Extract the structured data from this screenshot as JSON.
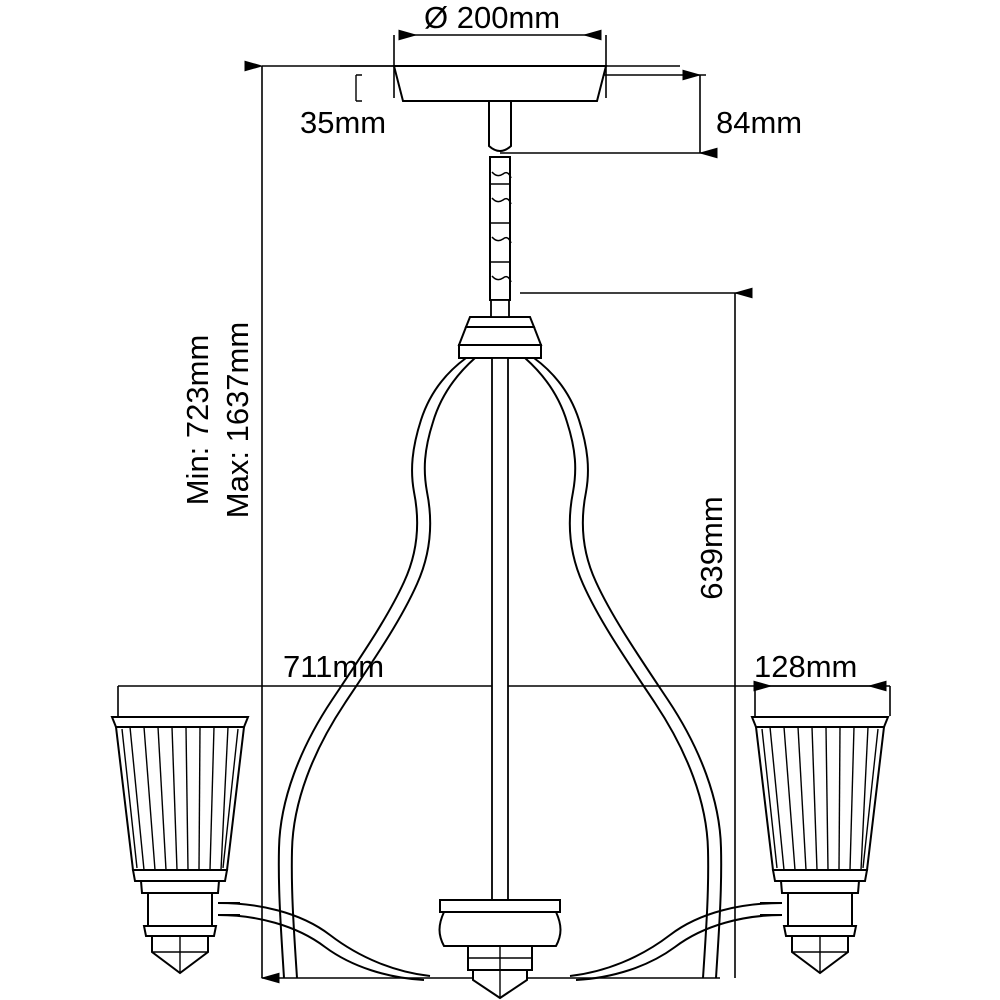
{
  "drawing": {
    "type": "technical-dimension-drawing",
    "subject": "chandelier-lighting-fixture",
    "units": "mm",
    "background_color": "#ffffff",
    "line_color": "#000000",
    "text_color": "#000000"
  },
  "dimensions": {
    "canopy_diameter": {
      "label": "Ø 200mm",
      "diameter_symbol": "Ø",
      "value": "200mm",
      "orientation": "horizontal",
      "position": "top"
    },
    "canopy_height": {
      "label": "35mm",
      "value": "35mm",
      "orientation": "horizontal",
      "position": "upper-left"
    },
    "stem_drop": {
      "label": "84mm",
      "value": "84mm",
      "orientation": "horizontal",
      "position": "upper-right"
    },
    "overall_min": {
      "label": "Min: 723mm",
      "value": "723mm",
      "prefix": "Min:",
      "orientation": "vertical",
      "position": "left"
    },
    "overall_max": {
      "label": "Max: 1637mm",
      "value": "1637mm",
      "prefix": "Max:",
      "orientation": "vertical",
      "position": "left"
    },
    "body_height": {
      "label": "639mm",
      "value": "639mm",
      "orientation": "vertical",
      "position": "right"
    },
    "overall_width": {
      "label": "711mm",
      "value": "711mm",
      "orientation": "horizontal",
      "position": "mid-left"
    },
    "shade_width": {
      "label": "128mm",
      "value": "128mm",
      "orientation": "horizontal",
      "position": "mid-right"
    }
  },
  "parts": {
    "canopy": "ceiling-canopy",
    "stem": "chain-stem",
    "top_cap": "body-top-cap",
    "body": "scroll-frame-body",
    "left_shade": "left-lamp-shade",
    "right_shade": "right-lamp-shade",
    "bottom_finial": "bottom-finial",
    "arms": "curved-arms"
  }
}
